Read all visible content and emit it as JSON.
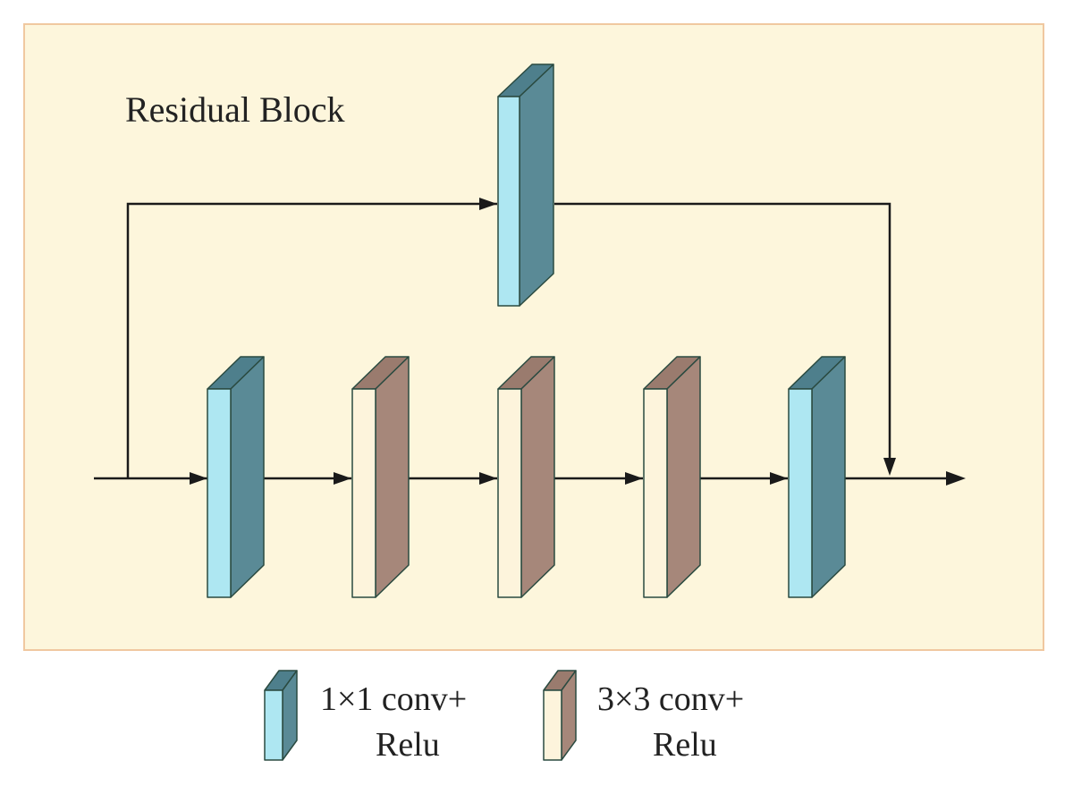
{
  "title": "Residual Block",
  "colors": {
    "panel_bg": "#fdf6dc",
    "panel_border": "#f0c8a0",
    "conv1x1_front": "#aee7f2",
    "conv1x1_side": "#5a8a96",
    "conv1x1_top": "#4e7f8c",
    "conv3x3_front": "#fdf4dc",
    "conv3x3_side": "#a6877a",
    "conv3x3_top": "#9a7b6e",
    "edge": "#2a4a40"
  },
  "legend": [
    {
      "kind": "conv1x1",
      "line1": "1×1 conv+",
      "line2": "Relu"
    },
    {
      "kind": "conv3x3",
      "line1": "3×3 conv+",
      "line2": "Relu"
    }
  ],
  "blocks": [
    {
      "id": "shortcut",
      "kind": "conv1x1"
    },
    {
      "id": "main-1",
      "kind": "conv1x1"
    },
    {
      "id": "main-2",
      "kind": "conv3x3"
    },
    {
      "id": "main-3",
      "kind": "conv3x3"
    },
    {
      "id": "main-4",
      "kind": "conv3x3"
    },
    {
      "id": "main-5",
      "kind": "conv1x1"
    }
  ]
}
